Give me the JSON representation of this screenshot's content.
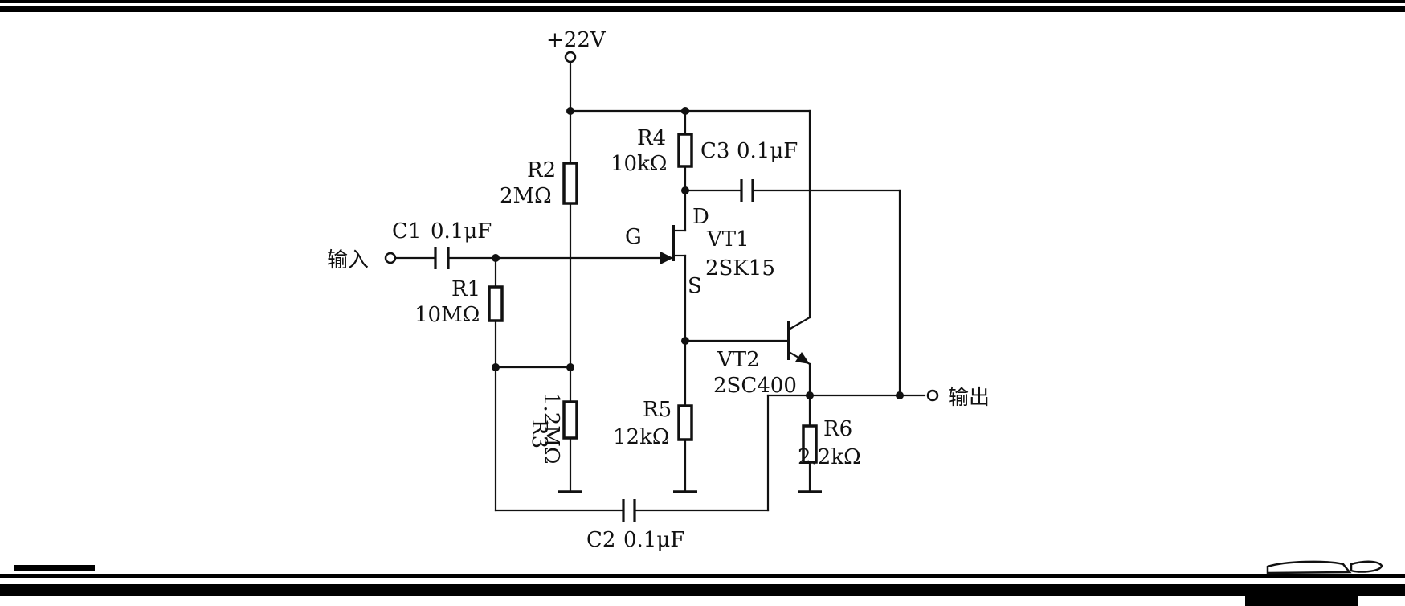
{
  "supply": {
    "label": "+22V"
  },
  "io": {
    "input_label": "输入",
    "output_label": "输出"
  },
  "components": {
    "c1": {
      "name": "C1",
      "value": "0.1μF"
    },
    "c2": {
      "name": "C2",
      "value": "0.1μF"
    },
    "c3": {
      "name": "C3",
      "value": "0.1μF"
    },
    "r1": {
      "name": "R1",
      "value": "10MΩ"
    },
    "r2": {
      "name": "R2",
      "value": "2MΩ"
    },
    "r3": {
      "name": "R3",
      "value": "1.2MΩ"
    },
    "r4": {
      "name": "R4",
      "value": "10kΩ"
    },
    "r5": {
      "name": "R5",
      "value": "12kΩ"
    },
    "r6": {
      "name": "R6",
      "value": "2.2kΩ"
    },
    "vt1": {
      "name": "VT1",
      "part": "2SK15",
      "gate": "G",
      "drain": "D",
      "source": "S"
    },
    "vt2": {
      "name": "VT2",
      "part": "2SC400"
    }
  },
  "colors": {
    "ink": "#111111",
    "background": "#ffffff",
    "frame": "#000000"
  }
}
